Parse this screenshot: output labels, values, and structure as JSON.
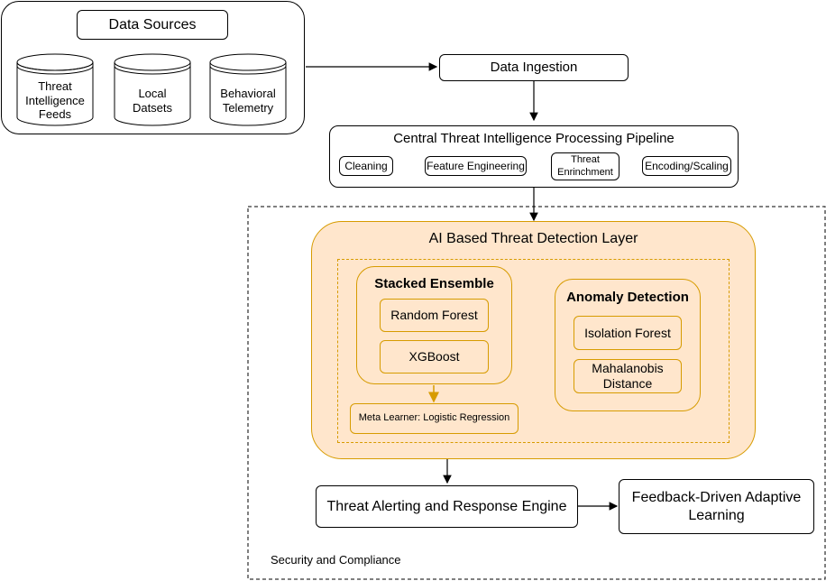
{
  "sources": {
    "title": "Data Sources",
    "items": [
      {
        "label": "Threat Intelligence Feeds"
      },
      {
        "label": "Local Datsets"
      },
      {
        "label": "Behavioral Telemetry"
      }
    ]
  },
  "ingestion": {
    "label": "Data Ingestion"
  },
  "pipeline": {
    "title": "Central Threat Intelligence Processing Pipeline",
    "steps": [
      "Cleaning",
      "Feature Engineering",
      "Threat Enrinchment",
      "Encoding/Scaling"
    ]
  },
  "ai_layer": {
    "title": "AI Based Threat Detection Layer",
    "stacked": {
      "title": "Stacked Ensemble",
      "models": [
        "Random Forest",
        "XGBoost"
      ],
      "meta": "Meta Learner: Logistic Regression"
    },
    "anomaly": {
      "title": "Anomaly Detection",
      "models": [
        "Isolation Forest",
        "Mahalanobis Distance"
      ]
    }
  },
  "alerting": {
    "label": "Threat Alerting and Response Engine"
  },
  "feedback": {
    "label": "Feedback-Driven Adaptive Learning"
  },
  "compliance": {
    "label": "Security and Compliance"
  },
  "colors": {
    "accent_fill": "#ffe6cc",
    "accent_stroke": "#d79b00"
  }
}
